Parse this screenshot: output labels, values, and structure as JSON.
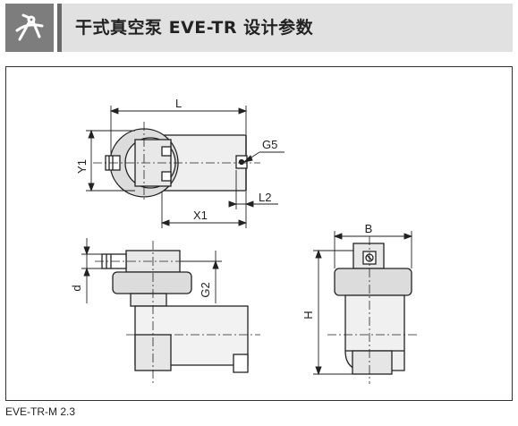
{
  "header": {
    "title": "干式真空泵 EVE-TR 设计参数",
    "icon": "compass-tool-icon"
  },
  "drawing": {
    "dimensions": {
      "L": "L",
      "G5": "G5",
      "Y1": "Y1",
      "L2": "L2",
      "X1": "X1",
      "d": "d",
      "G2": "G2",
      "B": "B",
      "H": "H"
    }
  },
  "caption": "EVE-TR-M 2.3"
}
